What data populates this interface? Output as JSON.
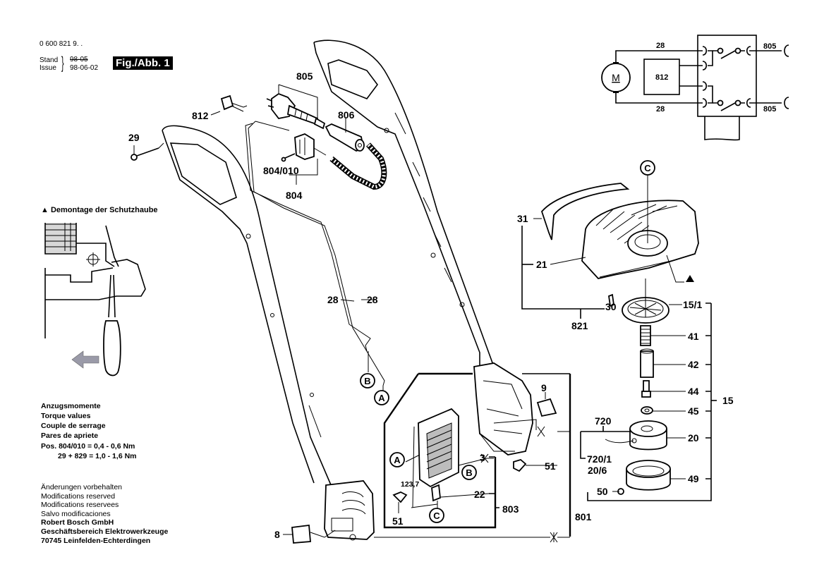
{
  "header": {
    "part_number": "0 600 821 9. .",
    "stand_label": "Stand",
    "issue_label": "Issue",
    "old_date": "98-05",
    "date": "98-06-02",
    "figure_label": "Fig./Abb. 1"
  },
  "disassembly": {
    "title": "Demontage der Schutzhaube"
  },
  "torque": {
    "lines": [
      "Anzugsmomente",
      "Torque values",
      "Couple de serrage",
      "Pares de apriete"
    ],
    "spec1": "Pos. 804/010 = 0,4 - 0,6 Nm",
    "spec2": "29 + 829 = 1,0 - 1,6 Nm"
  },
  "footer": {
    "notes": [
      "Änderungen vorbehalten",
      "Modifications reserved",
      "Modifications reservees",
      "Salvo modificaciones"
    ],
    "company": "Robert Bosch GmbH",
    "division": "Geschäftsbereich Elektrowerkzeuge",
    "address": "70745 Leinfelden-Echterdingen"
  },
  "schematic": {
    "motor": "M",
    "module": "812",
    "wire_top": "28",
    "wire_bottom": "28",
    "cord_top": "805",
    "cord_bottom": "805"
  },
  "parts": {
    "p29": "29",
    "p812": "812",
    "p805": "805",
    "p806": "806",
    "p804_010": "804/010",
    "p804": "804",
    "p28a": "28",
    "p28b": "28",
    "p31": "31",
    "p21": "21",
    "p30": "30",
    "p821": "821",
    "p15_1": "15/1",
    "p41": "41",
    "p42": "42",
    "p44": "44",
    "p45": "45",
    "p15": "15",
    "p720": "720",
    "p20": "20",
    "p720_1": "720/1",
    "p20_6": "20/6",
    "p49": "49",
    "p50": "50",
    "p9": "9",
    "p51a": "51",
    "p51b": "51",
    "p22": "22",
    "p803": "803",
    "p801": "801",
    "p8": "8",
    "p3": "3",
    "dim": "123,7"
  },
  "refs": {
    "A": "A",
    "B": "B",
    "C": "C"
  }
}
